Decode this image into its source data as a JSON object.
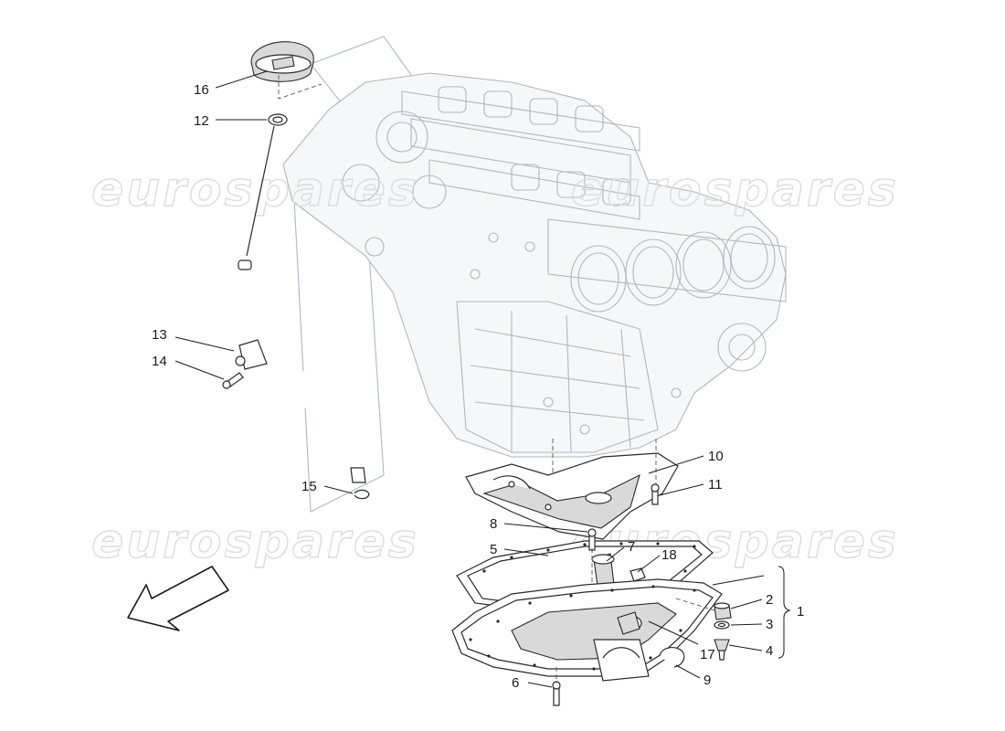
{
  "watermarks": [
    "eurospares",
    "eurospares",
    "eurospares",
    "eurospares"
  ],
  "callouts": [
    {
      "id": "16",
      "label": "16"
    },
    {
      "id": "12",
      "label": "12"
    },
    {
      "id": "13",
      "label": "13"
    },
    {
      "id": "14",
      "label": "14"
    },
    {
      "id": "15",
      "label": "15"
    },
    {
      "id": "10",
      "label": "10"
    },
    {
      "id": "11",
      "label": "11"
    },
    {
      "id": "8",
      "label": "8"
    },
    {
      "id": "5",
      "label": "5"
    },
    {
      "id": "7",
      "label": "7"
    },
    {
      "id": "18",
      "label": "18"
    },
    {
      "id": "2",
      "label": "2"
    },
    {
      "id": "3",
      "label": "3"
    },
    {
      "id": "4",
      "label": "4"
    },
    {
      "id": "1",
      "label": "1"
    },
    {
      "id": "17",
      "label": "17"
    },
    {
      "id": "9",
      "label": "9"
    },
    {
      "id": "6",
      "label": "6"
    }
  ],
  "icons": {
    "direction": "front-direction-arrow-icon"
  }
}
